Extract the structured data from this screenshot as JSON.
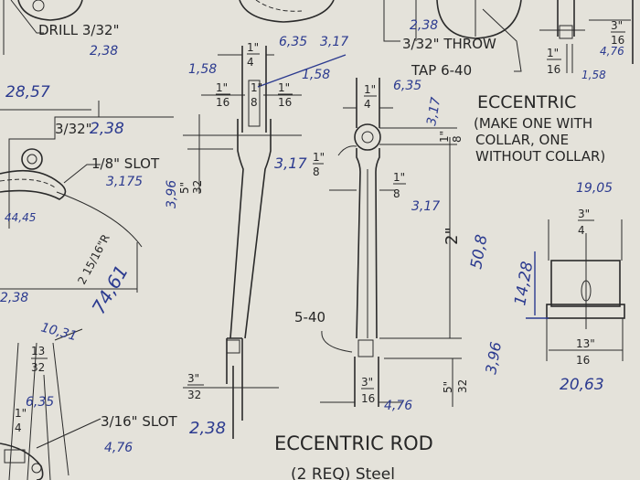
{
  "printed": {
    "drill": "DRILL 3/32\"",
    "throw": "3/32\" THROW",
    "tap": "TAP 6-40",
    "eccentric_title": "ECCENTRIC",
    "eccentric_note_1": "(MAKE ONE WITH",
    "eccentric_note_2": "COLLAR, ONE",
    "eccentric_note_3": "WITHOUT COLLAR)",
    "slot_eighth": "1/8\" SLOT",
    "three_32": "3/32\"",
    "thread_5_40": "5-40",
    "slot_3_16": "3/16\" SLOT",
    "radius": "2 15/16\"R",
    "rod_title": "ECCENTRIC ROD",
    "rod_subtitle": "(2 REQ) Steel"
  },
  "fractions": [
    {
      "num": "1\"",
      "den": "4"
    },
    {
      "num": "1\"",
      "den": "16"
    },
    {
      "num": "1\"",
      "den": "8"
    },
    {
      "num": "1\"",
      "den": "16"
    },
    {
      "num": "5\"",
      "den": "32"
    },
    {
      "num": "1\"",
      "den": "8"
    },
    {
      "num": "1\"",
      "den": "4"
    },
    {
      "num": "1\"",
      "den": "8"
    },
    {
      "num": "1\"",
      "den": "8"
    },
    {
      "num": "2\"",
      "den": ""
    },
    {
      "num": "5\"",
      "den": "32"
    },
    {
      "num": "3\"",
      "den": "16"
    },
    {
      "num": "3\"",
      "den": "32"
    },
    {
      "num": "3\"",
      "den": "4"
    },
    {
      "num": "13\"",
      "den": "16"
    },
    {
      "num": "3\"",
      "den": "16"
    },
    {
      "num": "1\"",
      "den": "16"
    },
    {
      "num": "13",
      "den": "32"
    },
    {
      "num": "1\"",
      "den": "4"
    }
  ],
  "handwritten": [
    "2,38",
    "6,35",
    "3,17",
    "1,58",
    "1,58",
    "28,57",
    "2,38",
    "3,175",
    "3,96",
    "44,45",
    "3,17",
    "6,35",
    "3,17",
    "3,17",
    "2,38",
    "4,76",
    "1,58",
    "19,05",
    "50,8",
    "14,28",
    "74,61",
    "2,38",
    "10,31",
    "6,35",
    "3,96",
    "20,63",
    "2,38",
    "4,76",
    "4,76"
  ],
  "colors": {
    "paper": "#e4e2da",
    "ink": "#262626",
    "pen": "#2b3a8f"
  }
}
